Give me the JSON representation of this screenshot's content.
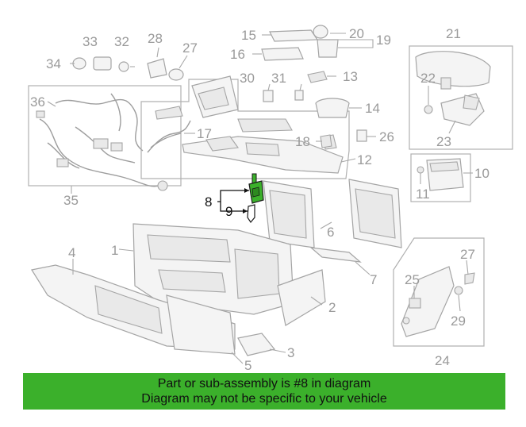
{
  "diagram": {
    "callouts": {
      "c1": "1",
      "c2": "2",
      "c3": "3",
      "c4": "4",
      "c5": "5",
      "c6": "6",
      "c7": "7",
      "c8": "8",
      "c9": "9",
      "c10": "10",
      "c11": "11",
      "c12": "12",
      "c13": "13",
      "c14": "14",
      "c15": "15",
      "c16": "16",
      "c17": "17",
      "c18": "18",
      "c19": "19",
      "c20": "20",
      "c21": "21",
      "c22": "22",
      "c23": "23",
      "c24": "24",
      "c25": "25",
      "c26": "26",
      "c27a": "27",
      "c27b": "27",
      "c28": "28",
      "c29": "29",
      "c30": "30",
      "c31": "31",
      "c32": "32",
      "c33": "33",
      "c34": "34",
      "c35": "35",
      "c36": "36"
    },
    "highlighted_part": "8",
    "highlight_color": "#3bb02b"
  },
  "banner": {
    "line1": "Part or sub-assembly is #8 in diagram",
    "line2": "Diagram may not be specific to your vehicle",
    "color": "#3bb02b"
  }
}
